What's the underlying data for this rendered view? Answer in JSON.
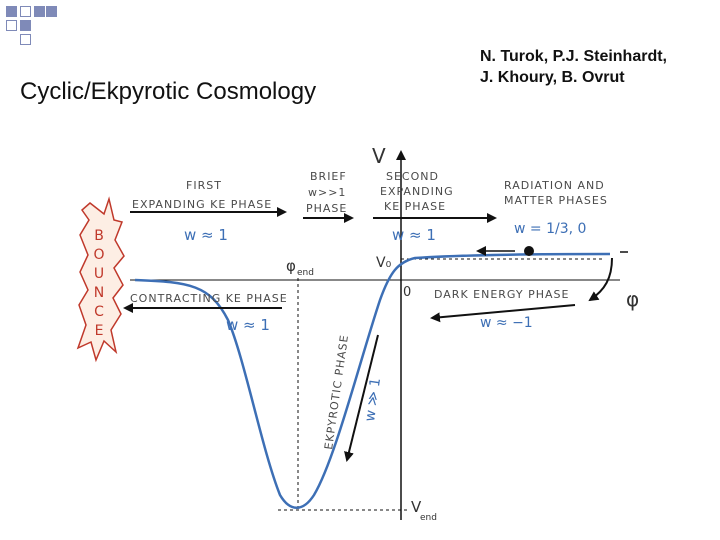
{
  "slide": {
    "title": "Cyclic/Ekpyrotic Cosmology",
    "authors_line1": "N. Turok, P.J. Steinhardt,",
    "authors_line2": "J. Khoury, B. Ovrut"
  },
  "diagram": {
    "axis_v": "V",
    "axis_phi": "φ",
    "label_V0": "V₀",
    "label_0": "0",
    "label_phi_end": "φ",
    "label_phi_end_sub": "end",
    "label_V_end": "V",
    "label_V_end_sub": "end",
    "phases": {
      "first_1": "FIRST",
      "first_2": "EXPANDING KE PHASE",
      "brief_1": "BRIEF",
      "brief_2": "w>>1",
      "brief_3": "PHASE",
      "second_1": "SECOND",
      "second_2": "EXPANDING",
      "second_3": "KE PHASE",
      "radiation_1": "RADIATION AND",
      "radiation_2": "MATTER PHASES",
      "contracting": "CONTRACTING KE PHASE",
      "dark_energy": "DARK ENERGY PHASE",
      "ekpyrotic": "EKPYROTIC PHASE"
    },
    "eos": {
      "w_first": "w ≈ 1",
      "w_second": "w ≈ 1",
      "w_radiation": "w = 1/3, 0",
      "w_contracting": "w ≈ 1",
      "w_dark": "w ≈ −1",
      "w_ekpyrotic": "w ≫ 1"
    },
    "bounce_letters": [
      "B",
      "O",
      "U",
      "N",
      "C",
      "E"
    ],
    "colors": {
      "curve": "#3d6fb5",
      "bounce_fill": "#fdeee4",
      "bounce_text": "#c0392b",
      "bounce_stroke": "#c0392b"
    }
  }
}
